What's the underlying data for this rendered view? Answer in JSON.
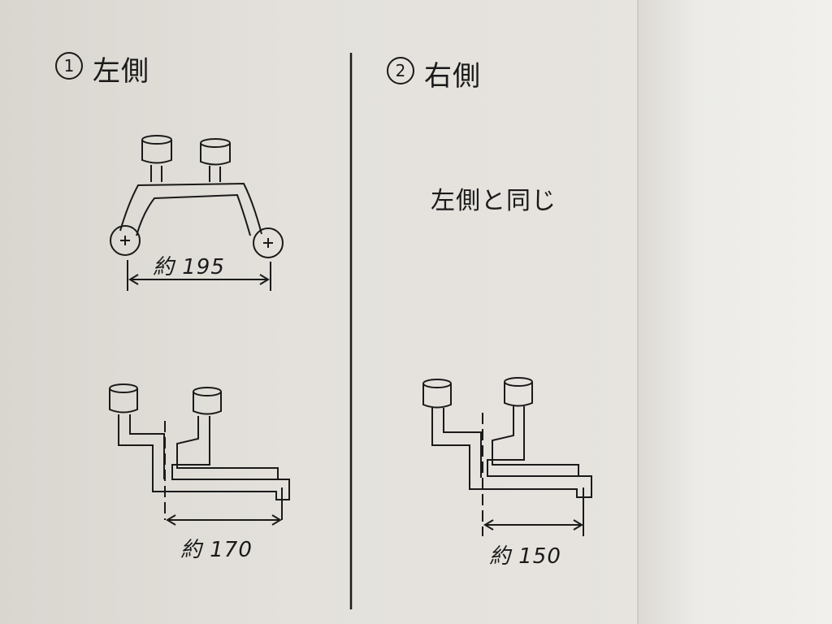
{
  "left_section": {
    "number": "1",
    "title": "左側",
    "top_dimension": "約 195",
    "bottom_dimension": "約 170"
  },
  "right_section": {
    "number": "2",
    "title": "右側",
    "note": "左側と同じ",
    "bottom_dimension": "約 150"
  },
  "colors": {
    "ink": "#1a1a1a",
    "paper": "#e5e2dd"
  }
}
